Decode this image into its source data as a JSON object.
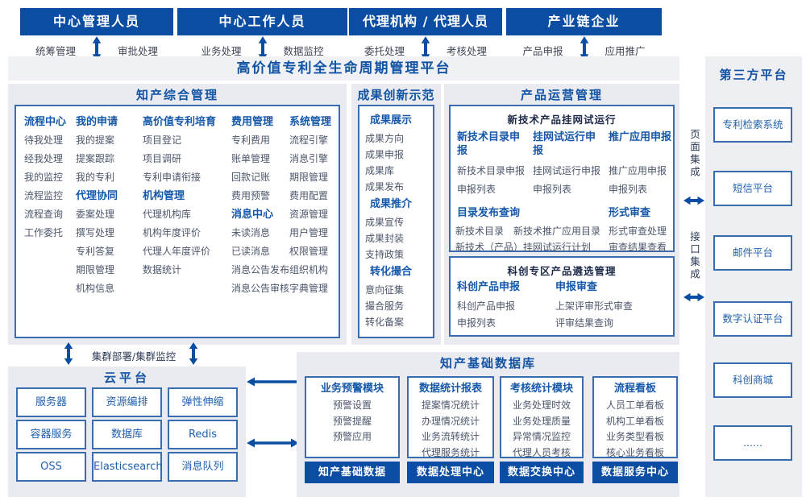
{
  "colors": {
    "primary_dark": "#0b4da3",
    "header_blue": "#1558aa",
    "title_blue": "#1353a4",
    "item_gray": "#4c566b",
    "panel_bg": "#e9ebf1"
  },
  "actors": [
    {
      "title": "中心管理人员",
      "left_label": "统筹管理",
      "right_label": "审批处理"
    },
    {
      "title": "中心工作人员",
      "left_label": "业务处理",
      "right_label": "数据监控"
    },
    {
      "title": "代理机构 / 代理人员",
      "left_label": "委托处理",
      "right_label": "考核处理"
    },
    {
      "title": "产业链企业",
      "left_label": "产品申报",
      "right_label": "应用推广"
    }
  ],
  "platform": {
    "title": "高价值专利全生命周期管理平台"
  },
  "ip_mgmt": {
    "title": "知产综合管理",
    "col1": {
      "h": "流程中心",
      "items": [
        "待我处理",
        "经我处理",
        "我的监控",
        "流程监控",
        "流程查询",
        "工作委托"
      ]
    },
    "col2": {
      "h1": "我的申请",
      "items1": [
        "我的提案",
        "提案跟踪",
        "我的专利"
      ],
      "h2": "代理协同",
      "items2": [
        "委案处理",
        "撰写处理",
        "专利答复",
        "期限管理",
        "机构信息"
      ]
    },
    "col3": {
      "h1": "高价值专利培育",
      "items1": [
        "项目登记",
        "项目调研",
        "专利申请衔接"
      ],
      "h2": "机构管理",
      "items2": [
        "代理机构库",
        "机构年度评价",
        "代理人年度评价",
        "数据统计"
      ]
    },
    "col4": {
      "h1": "费用管理",
      "items1": [
        "专利费用",
        "账单管理",
        "回款记账",
        "费用预警"
      ],
      "h2": "消息中心",
      "items2": [
        "未读消息",
        "已读消息",
        "消息公告发布",
        "消息公告审核"
      ]
    },
    "col5": {
      "h": "系统管理",
      "items": [
        "流程引擎",
        "消息引擎",
        "期限管理",
        "费用配置",
        "资源管理",
        "用户管理",
        "权限管理",
        "组织机构",
        "字典管理"
      ]
    }
  },
  "achievement": {
    "title": "成果创新示范",
    "groups": [
      {
        "h": "成果展示",
        "items": [
          "成果方向",
          "成果申报",
          "成果库",
          "成果发布"
        ]
      },
      {
        "h": "成果推介",
        "items": [
          "成果宣传",
          "成果封装",
          "支持政策"
        ]
      },
      {
        "h": "转化撮合",
        "items": [
          "意向征集",
          "撮合服务",
          "转化备案"
        ]
      }
    ]
  },
  "product_ops": {
    "title": "产品运营管理",
    "trial": {
      "title": "新技术产品挂网试运行",
      "cols": [
        {
          "h": "新技术目录申报",
          "items": [
            "新技术目录申报",
            "申报列表"
          ]
        },
        {
          "h": "挂网试运行申报",
          "items": [
            "挂网试运行申报",
            "申报列表"
          ]
        },
        {
          "h": "推广应用申报",
          "items": [
            "推广应用申报",
            "申报列表"
          ]
        }
      ],
      "catalog": {
        "h": "目录发布查询",
        "line1a": "新技术目录",
        "line1b": "新技术推广应用目录",
        "line2": "新技术（产品）挂网试运行计划"
      },
      "review": {
        "h": "形式审查",
        "items": [
          "形式审查处理",
          "审查结果查看"
        ]
      }
    },
    "selection": {
      "title": "科创专区产品遴选管理",
      "cols": [
        {
          "h": "科创产品申报",
          "items": [
            "科创产品申报",
            "申报列表"
          ]
        },
        {
          "h": "申报审查",
          "items": [
            "上架评审形式审查",
            "评审结果查询"
          ]
        }
      ]
    }
  },
  "integration": {
    "page": "页面集成",
    "api": "接口集成"
  },
  "third_party": {
    "title": "第三方平台",
    "items": [
      "专利检索系统",
      "短信平台",
      "邮件平台",
      "数字认证平台",
      "科创商城",
      "......"
    ]
  },
  "cluster": {
    "label": "集群部署/集群监控"
  },
  "cloud": {
    "title": "云平台",
    "items": [
      "服务器",
      "资源编排",
      "弹性伸缩",
      "容器服务",
      "数据库",
      "Redis",
      "OSS",
      "Elasticsearch",
      "消息队列"
    ]
  },
  "data_platform": {
    "title": "知产基础数据库",
    "modules": [
      {
        "h": "业务预警模块",
        "items": [
          "预警设置",
          "预警提醒",
          "预警应用"
        ]
      },
      {
        "h": "数据统计报表",
        "items": [
          "提案情况统计",
          "办理情况统计",
          "业务流转统计",
          "代理服务统计"
        ]
      },
      {
        "h": "考核统计模块",
        "items": [
          "业务处理时效",
          "业务处理质量",
          "异常情况监控",
          "代理人员考核"
        ]
      },
      {
        "h": "流程看板",
        "items": [
          "人员工单看板",
          "机构工单看板",
          "业务类型看板",
          "核心业务看板"
        ]
      }
    ],
    "footers": [
      "知产基础数据",
      "数据处理中心",
      "数据交换中心",
      "数据服务中心"
    ]
  }
}
